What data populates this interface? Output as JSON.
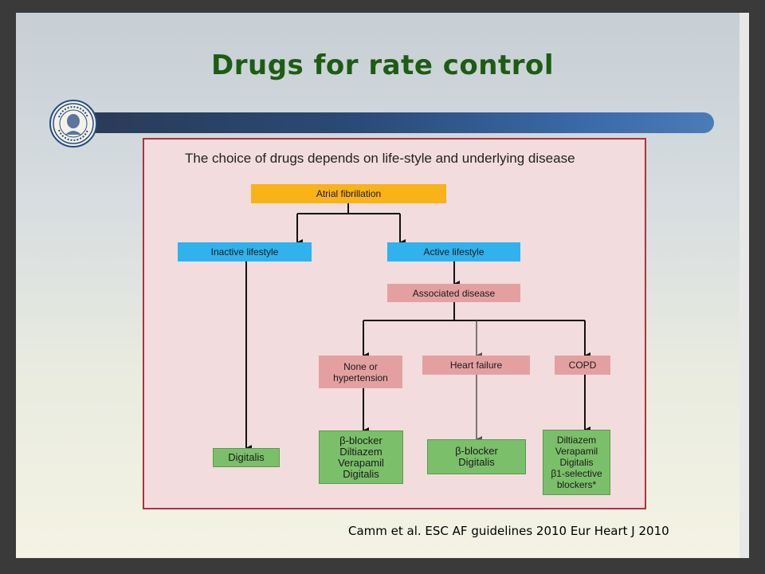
{
  "slide": {
    "title": "Drugs for rate control",
    "citation": "Camm et al. ESC AF guidelines 2010 Eur Heart J 2010",
    "title_color": "#1d5c12"
  },
  "diagram": {
    "heading": "The choice of drugs depends on life-style and underlying disease",
    "nodes": {
      "atrial_fibrillation": "Atrial fibrillation",
      "inactive_lifestyle": "Inactive lifestyle",
      "active_lifestyle": "Active lifestyle",
      "associated_disease": "Associated disease",
      "none_or_hypertension": "None or\nhypertension",
      "heart_failure": "Heart failure",
      "copd": "COPD",
      "digitalis_inactive": "Digitalis",
      "drugs_none_hypertension": "β-blocker\nDiltiazem\nVerapamil\nDigitalis",
      "drugs_heart_failure": "β-blocker\nDigitalis",
      "drugs_copd": "Diltiazem\nVerapamil\nDigitalis\nβ1-selective\nblockers*"
    },
    "colors": {
      "root": "#f9b218",
      "lifestyle": "#2fb2ee",
      "disease": "#e4a0a0",
      "drug": "#7bbf6a",
      "panel": "#f3dcdd",
      "panel_border": "#b0313f"
    }
  }
}
